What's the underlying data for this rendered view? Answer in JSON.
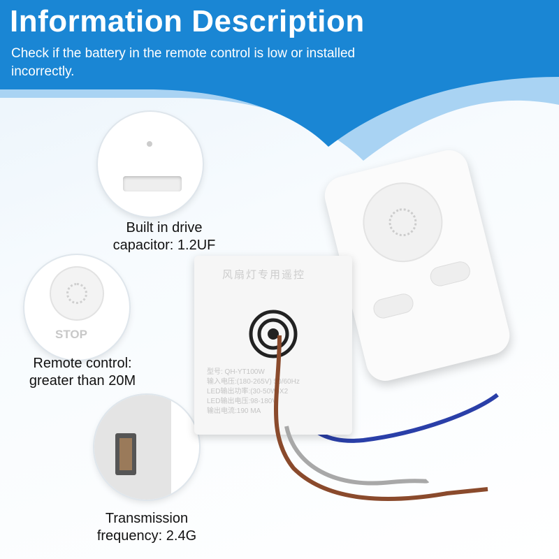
{
  "header": {
    "title": "Information Description",
    "subtitle": "Check if the battery in the remote control is low or installed incorrectly."
  },
  "features": [
    {
      "label": "Built in drive capacitor: 1.2UF",
      "icon": "battery-compartment"
    },
    {
      "label": "Remote control: greater than 20M",
      "icon": "remote-buttons"
    },
    {
      "label": "Transmission frequency: 2.4G",
      "icon": "module-side"
    }
  ],
  "product": {
    "module_title": "风扇灯专用遥控",
    "module_specs": "型号: QH-YT100W\n输入电压:(180-265V) 50/60Hz\nLED输出功率:(30-50W)X2\nLED输出电压:98-180V\n输出电流:190 MA",
    "stop_label": "STOP"
  },
  "colors": {
    "header_blue": "#1a86d4",
    "wire_blue": "#2a3fa8",
    "wire_brown": "#8a4a2c",
    "wire_gray": "#a8a8a8"
  }
}
